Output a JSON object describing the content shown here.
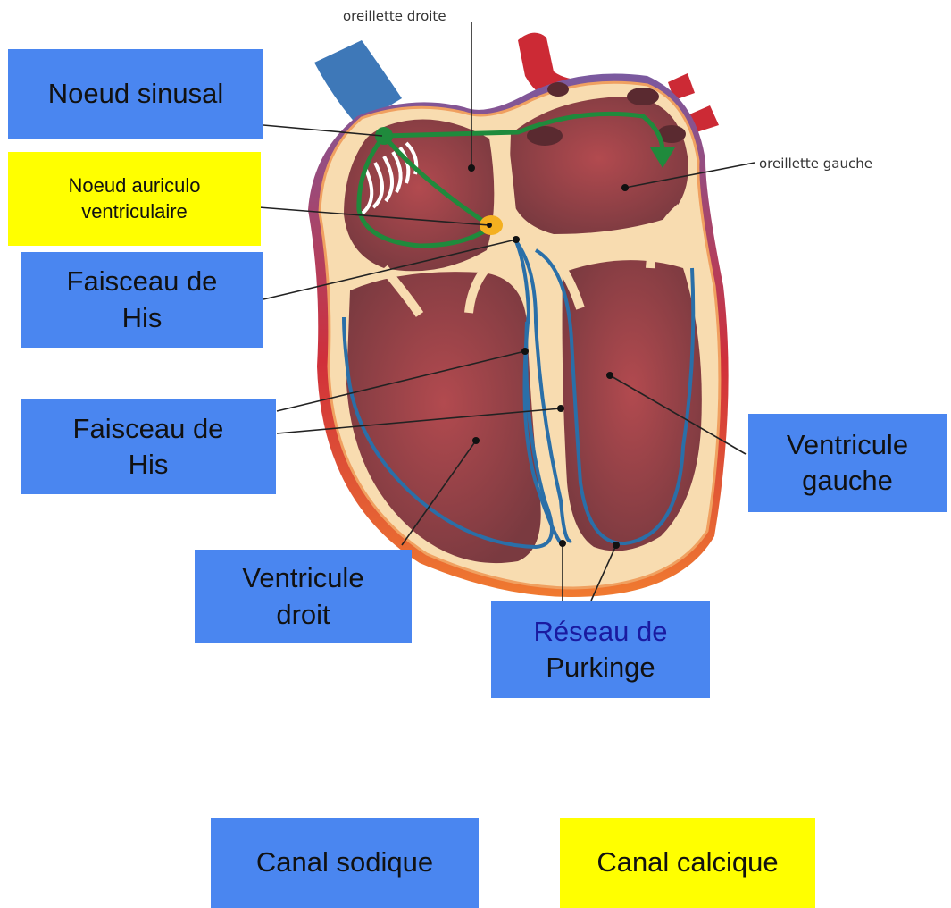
{
  "diagram": {
    "small_labels": {
      "right_atrium": "oreillette droite",
      "left_atrium": "oreillette gauche"
    },
    "labels": {
      "sinus_node": "Noeud sinusal",
      "av_node": "Noeud auriculo\nventriculaire",
      "his_bundle_1": "Faisceau de\nHis",
      "his_bundle_2": "Faisceau de\nHis",
      "left_ventricle": "Ventricule\ngauche",
      "right_ventricle": "Ventricule\ndroit",
      "purkinje_line1": "Réseau de",
      "purkinje_line2": "Purkinge",
      "sodium_channel": "Canal sodique",
      "calcium_channel": "Canal calcique"
    },
    "colors": {
      "label_blue": "#4a86f0",
      "label_yellow": "#ffff00",
      "purkinje_title": "#1a1aa0",
      "conduction_path": "#1f8a3c",
      "fiber": "#2a6fa8"
    }
  }
}
